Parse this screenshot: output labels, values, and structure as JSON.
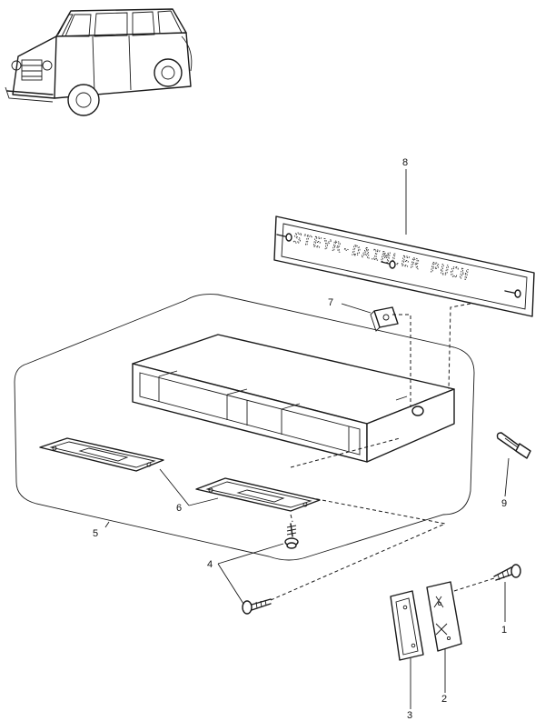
{
  "plate": {
    "text": "STEYR-DAIMLER PUCH"
  },
  "callouts": [
    {
      "id": "1",
      "label": "1"
    },
    {
      "id": "2",
      "label": "2"
    },
    {
      "id": "3",
      "label": "3"
    },
    {
      "id": "4",
      "label": "4"
    },
    {
      "id": "5",
      "label": "5"
    },
    {
      "id": "6",
      "label": "6"
    },
    {
      "id": "7",
      "label": "7"
    },
    {
      "id": "8",
      "label": "8"
    },
    {
      "id": "9",
      "label": "9"
    }
  ],
  "icons": [
    "vehicle-illustration-icon",
    "screw-icon",
    "bulb-icon",
    "nut-clip-icon"
  ]
}
